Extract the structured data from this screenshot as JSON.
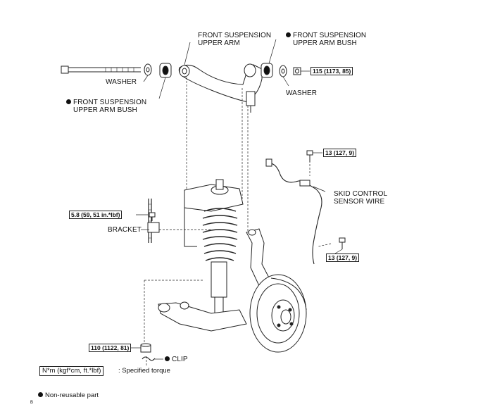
{
  "labels": {
    "upper_arm_l1": "FRONT SUSPENSION",
    "upper_arm_l2": "UPPER ARM",
    "bush_right_l1": "FRONT SUSPENSION",
    "bush_right_l2": "UPPER ARM BUSH",
    "bush_left_l1": "FRONT SUSPENSION",
    "bush_left_l2": "UPPER ARM BUSH",
    "washer_left": "WASHER",
    "washer_right": "WASHER",
    "skid_l1": "SKID CONTROL",
    "skid_l2": "SENSOR WIRE",
    "bracket": "BRACKET",
    "clip": "CLIP"
  },
  "torques": {
    "nut_upper": "115 (1173, 85)",
    "bolt_top_right": "13 (127, 9)",
    "bolt_mid_right": "13 (127, 9)",
    "bracket_bolt": "5.8 (59, 51 in.*lbf)",
    "lower_nut": "110 (1122, 81)"
  },
  "legend": {
    "unit_box": "N*m (kgf*cm, ft.*lbf)",
    "unit_desc": ": Specified torque",
    "non_reusable": "Non-reusable part",
    "corner_mark": "B"
  }
}
